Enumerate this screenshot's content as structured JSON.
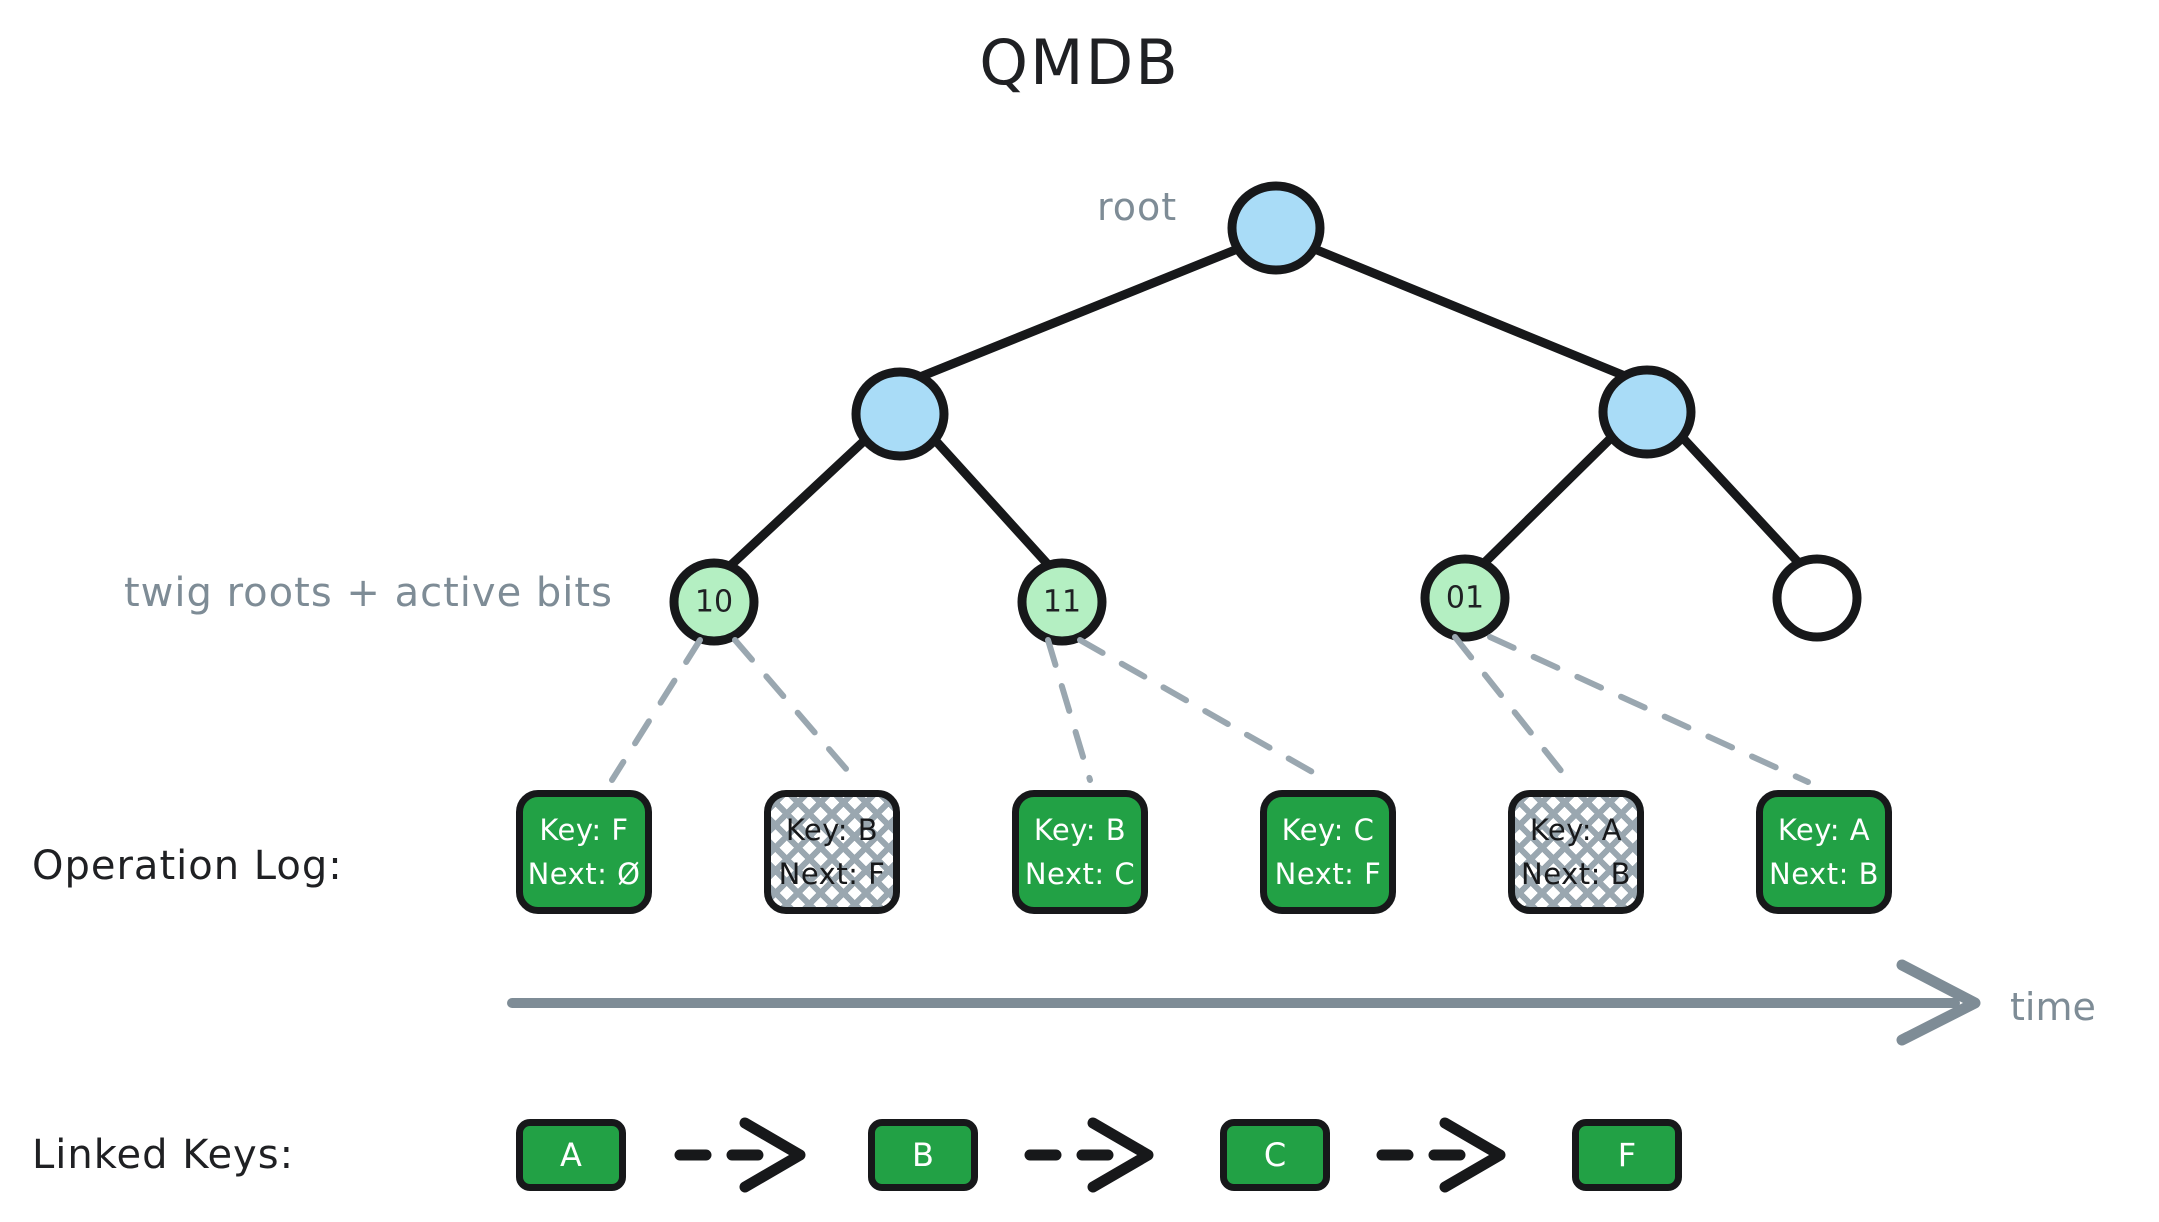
{
  "title": "QMDB",
  "labels": {
    "root": "root",
    "twig_roots": "twig roots + active bits",
    "operation_log": "Operation Log:",
    "linked_keys": "Linked Keys:",
    "time": "time"
  },
  "colors": {
    "inner_node_fill": "#a9dcf7",
    "twig_node_fill": "#b4efc2",
    "empty_node_fill": "#ffffff",
    "active_entry_fill": "#22a145",
    "pruned_entry_hatch": "#9aa7b0",
    "stroke": "#17181a",
    "dashed_link": "#9aa7b0",
    "caption_grey": "#7e8c96",
    "time_axis": "#7e8c96"
  },
  "tree": {
    "levels": [
      {
        "name": "root",
        "nodes": [
          {
            "id": "root",
            "label": "",
            "kind": "inner"
          }
        ]
      },
      {
        "name": "inner",
        "nodes": [
          {
            "id": "inner-left",
            "label": "",
            "kind": "inner"
          },
          {
            "id": "inner-right",
            "label": "",
            "kind": "inner"
          }
        ]
      },
      {
        "name": "twigs",
        "nodes": [
          {
            "id": "twig-10",
            "label": "10",
            "kind": "twig"
          },
          {
            "id": "twig-11",
            "label": "11",
            "kind": "twig"
          },
          {
            "id": "twig-01",
            "label": "01",
            "kind": "twig"
          },
          {
            "id": "twig-empty",
            "label": "",
            "kind": "empty"
          }
        ]
      }
    ],
    "edges": [
      {
        "from": "root",
        "to": "inner-left"
      },
      {
        "from": "root",
        "to": "inner-right"
      },
      {
        "from": "inner-left",
        "to": "twig-10"
      },
      {
        "from": "inner-left",
        "to": "twig-11"
      },
      {
        "from": "inner-right",
        "to": "twig-01"
      },
      {
        "from": "inner-right",
        "to": "twig-empty"
      }
    ],
    "twig_to_entry_links": [
      {
        "twig": "twig-10",
        "entry": 0
      },
      {
        "twig": "twig-10",
        "entry": 1
      },
      {
        "twig": "twig-11",
        "entry": 2
      },
      {
        "twig": "twig-11",
        "entry": 3
      },
      {
        "twig": "twig-01",
        "entry": 4
      },
      {
        "twig": "twig-01",
        "entry": 5
      }
    ]
  },
  "operation_log": {
    "entries": [
      {
        "key_line": "Key: F",
        "next_line": "Next: Ø",
        "state": "active"
      },
      {
        "key_line": "Key: B",
        "next_line": "Next: F",
        "state": "pruned"
      },
      {
        "key_line": "Key: B",
        "next_line": "Next: C",
        "state": "active"
      },
      {
        "key_line": "Key: C",
        "next_line": "Next: F",
        "state": "active"
      },
      {
        "key_line": "Key: A",
        "next_line": "Next: B",
        "state": "pruned"
      },
      {
        "key_line": "Key: A",
        "next_line": "Next: B",
        "state": "active"
      }
    ]
  },
  "linked_keys": {
    "nodes": [
      {
        "label": "A"
      },
      {
        "label": "B"
      },
      {
        "label": "C"
      },
      {
        "label": "F"
      }
    ],
    "arrow_style": "dashed"
  }
}
